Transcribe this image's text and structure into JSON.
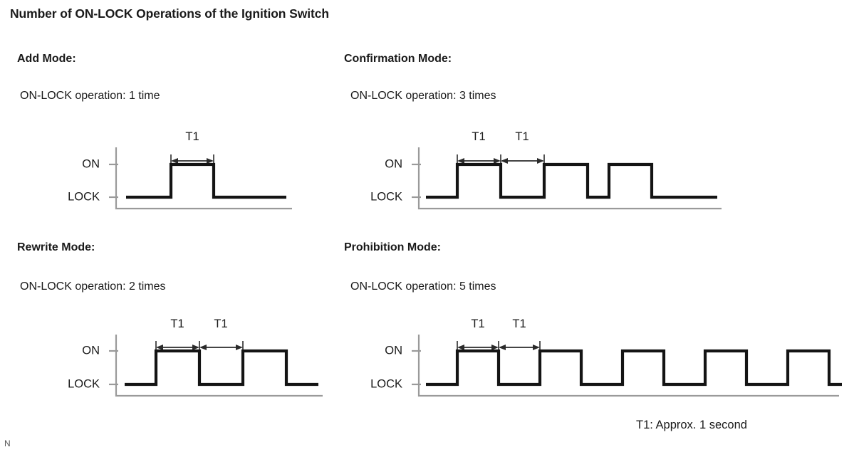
{
  "title": "Number of ON-LOCK Operations of the Ignition Switch",
  "corner_mark": "N",
  "footnote": "T1: Approx. 1 second",
  "axis_labels": {
    "high": "ON",
    "low": "LOCK"
  },
  "t1_label": "T1",
  "panels": [
    {
      "id": "add-mode",
      "heading": "Add Mode:",
      "subtitle": "ON-LOCK operation: 1 time",
      "pulse_count": 1,
      "t1_markers": 1
    },
    {
      "id": "confirmation-mode",
      "heading": "Confirmation Mode:",
      "subtitle": "ON-LOCK operation: 3 times",
      "pulse_count": 3,
      "t1_markers": 2
    },
    {
      "id": "rewrite-mode",
      "heading": "Rewrite Mode:",
      "subtitle": "ON-LOCK operation: 2 times",
      "pulse_count": 2,
      "t1_markers": 2
    },
    {
      "id": "prohibition-mode",
      "heading": "Prohibition Mode:",
      "subtitle": "ON-LOCK operation: 5 times",
      "pulse_count": 5,
      "t1_markers": 2
    }
  ],
  "chart_data": {
    "type": "line",
    "title": "Number of ON-LOCK Operations of the Ignition Switch",
    "xlabel": "",
    "ylabel": "",
    "annotation": "T1: Approx. 1 second",
    "y_levels": {
      "LOCK": 0,
      "ON": 1
    },
    "series": [
      {
        "name": "Add Mode",
        "operations": 1,
        "waveform": [
          {
            "t": 0.0,
            "v": 0
          },
          {
            "t": 1.0,
            "v": 0
          },
          {
            "t": 1.0,
            "v": 1
          },
          {
            "t": 2.0,
            "v": 1
          },
          {
            "t": 2.0,
            "v": 0
          },
          {
            "t": 4.0,
            "v": 0
          }
        ]
      },
      {
        "name": "Confirmation Mode",
        "operations": 3,
        "waveform": [
          {
            "t": 0.0,
            "v": 0
          },
          {
            "t": 1.0,
            "v": 0
          },
          {
            "t": 1.0,
            "v": 1
          },
          {
            "t": 2.0,
            "v": 1
          },
          {
            "t": 2.0,
            "v": 0
          },
          {
            "t": 3.0,
            "v": 0
          },
          {
            "t": 3.0,
            "v": 1
          },
          {
            "t": 4.0,
            "v": 1
          },
          {
            "t": 4.0,
            "v": 0
          },
          {
            "t": 5.0,
            "v": 0
          },
          {
            "t": 5.0,
            "v": 1
          },
          {
            "t": 6.0,
            "v": 1
          },
          {
            "t": 6.0,
            "v": 0
          },
          {
            "t": 8.0,
            "v": 0
          }
        ]
      },
      {
        "name": "Rewrite Mode",
        "operations": 2,
        "waveform": [
          {
            "t": 0.0,
            "v": 0
          },
          {
            "t": 1.0,
            "v": 0
          },
          {
            "t": 1.0,
            "v": 1
          },
          {
            "t": 2.0,
            "v": 1
          },
          {
            "t": 2.0,
            "v": 0
          },
          {
            "t": 3.0,
            "v": 0
          },
          {
            "t": 3.0,
            "v": 1
          },
          {
            "t": 4.0,
            "v": 1
          },
          {
            "t": 4.0,
            "v": 0
          },
          {
            "t": 5.0,
            "v": 0
          }
        ]
      },
      {
        "name": "Prohibition Mode",
        "operations": 5,
        "waveform": [
          {
            "t": 0.0,
            "v": 0
          },
          {
            "t": 1.0,
            "v": 0
          },
          {
            "t": 1.0,
            "v": 1
          },
          {
            "t": 2.0,
            "v": 1
          },
          {
            "t": 2.0,
            "v": 0
          },
          {
            "t": 3.0,
            "v": 0
          },
          {
            "t": 3.0,
            "v": 1
          },
          {
            "t": 4.0,
            "v": 1
          },
          {
            "t": 4.0,
            "v": 0
          },
          {
            "t": 5.0,
            "v": 0
          },
          {
            "t": 5.0,
            "v": 1
          },
          {
            "t": 6.0,
            "v": 1
          },
          {
            "t": 6.0,
            "v": 0
          },
          {
            "t": 7.0,
            "v": 0
          },
          {
            "t": 7.0,
            "v": 1
          },
          {
            "t": 8.0,
            "v": 1
          },
          {
            "t": 8.0,
            "v": 0
          },
          {
            "t": 9.0,
            "v": 0
          },
          {
            "t": 9.0,
            "v": 1
          },
          {
            "t": 10.0,
            "v": 1
          },
          {
            "t": 10.0,
            "v": 0
          },
          {
            "t": 11.0,
            "v": 0
          }
        ]
      }
    ]
  }
}
